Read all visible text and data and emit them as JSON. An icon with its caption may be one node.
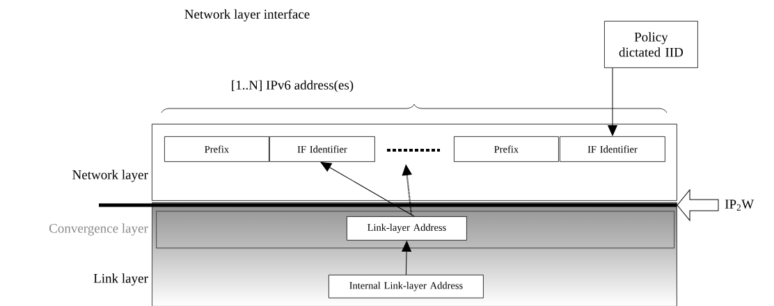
{
  "diagram": {
    "nodes": [
      {
        "text": [
          "Network layer"
        ]
      },
      {
        "text": [
          "Prefix"
        ],
        "in": 0
      },
      {
        "text": [
          "IF Identifier"
        ],
        "in": 0
      },
      {
        "text": [
          "Prefix"
        ],
        "in": 0
      },
      {
        "text": [
          "IF Identifier"
        ],
        "in": 0
      },
      {
        "text": [
          "Policy dictated IID"
        ]
      },
      {
        "text": [
          "Link layer"
        ]
      },
      {
        "text": [
          "Convergence layer"
        ],
        "in": 6
      },
      {
        "text": [
          "Link-layer Address"
        ],
        "in": 7
      },
      {
        "text": [
          "Internal Link-layer Address"
        ],
        "in": 6
      },
      {
        "text": [
          "IP$_{2}$W"
        ]
      }
    ],
    "edges": [
      {
        "from": 8,
        "to": 2,
        "arrow": "to"
      },
      {
        "from": 8,
        "to": null,
        "arrow": "to",
        "style": "dashed"
      },
      {
        "from": 5,
        "to": 4,
        "arrow": "to"
      },
      {
        "from": 9,
        "to": 8,
        "arrow": "to"
      },
      {
        "from": 10,
        "to": null,
        "arrow": "to",
        "style": "thick"
      }
    ],
    "labels": [
      "Network layer interface",
      "[1..N] IPv6 address(es)"
    ]
  }
}
